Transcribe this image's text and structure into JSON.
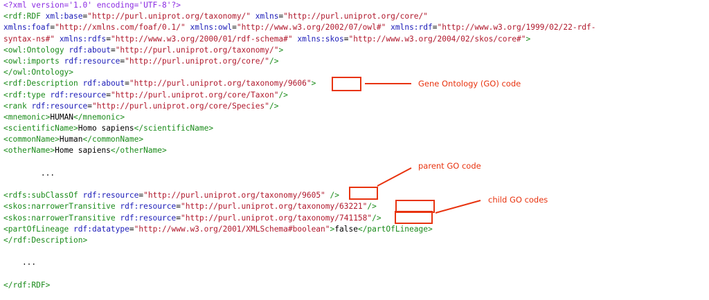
{
  "code_lines": [
    [
      {
        "t": "pi",
        "s": "<?xml version='1.0' encoding='UTF-8'?>"
      }
    ],
    [
      {
        "t": "tag",
        "s": "<rdf:RDF"
      },
      {
        "t": "plain",
        "s": " "
      },
      {
        "t": "attr",
        "s": "xml:base"
      },
      {
        "t": "plain",
        "s": "="
      },
      {
        "t": "val",
        "s": "\"http://purl.uniprot.org/taxonomy/\""
      },
      {
        "t": "plain",
        "s": " "
      },
      {
        "t": "attr",
        "s": "xmlns"
      },
      {
        "t": "plain",
        "s": "="
      },
      {
        "t": "val",
        "s": "\"http://purl.uniprot.org/core/\""
      }
    ],
    [
      {
        "t": "attr",
        "s": "xmlns:foaf"
      },
      {
        "t": "plain",
        "s": "="
      },
      {
        "t": "val",
        "s": "\"http://xmlns.com/foaf/0.1/\""
      },
      {
        "t": "plain",
        "s": " "
      },
      {
        "t": "attr",
        "s": "xmlns:owl"
      },
      {
        "t": "plain",
        "s": "="
      },
      {
        "t": "val",
        "s": "\"http://www.w3.org/2002/07/owl#\""
      },
      {
        "t": "plain",
        "s": " "
      },
      {
        "t": "attr",
        "s": "xmlns:rdf"
      },
      {
        "t": "plain",
        "s": "="
      },
      {
        "t": "val",
        "s": "\"http://www.w3.org/1999/02/22-rdf-"
      }
    ],
    [
      {
        "t": "val",
        "s": "syntax-ns#\""
      },
      {
        "t": "plain",
        "s": " "
      },
      {
        "t": "attr",
        "s": "xmlns:rdfs"
      },
      {
        "t": "plain",
        "s": "="
      },
      {
        "t": "val",
        "s": "\"http://www.w3.org/2000/01/rdf-schema#\""
      },
      {
        "t": "plain",
        "s": " "
      },
      {
        "t": "attr",
        "s": "xmlns:skos"
      },
      {
        "t": "plain",
        "s": "="
      },
      {
        "t": "val",
        "s": "\"http://www.w3.org/2004/02/skos/core#\""
      },
      {
        "t": "tag",
        "s": ">"
      }
    ],
    [
      {
        "t": "tag",
        "s": "<owl:Ontology"
      },
      {
        "t": "plain",
        "s": " "
      },
      {
        "t": "attr",
        "s": "rdf:about"
      },
      {
        "t": "plain",
        "s": "="
      },
      {
        "t": "val",
        "s": "\"http://purl.uniprot.org/taxonomy/\""
      },
      {
        "t": "tag",
        "s": ">"
      }
    ],
    [
      {
        "t": "tag",
        "s": "<owl:imports"
      },
      {
        "t": "plain",
        "s": " "
      },
      {
        "t": "attr",
        "s": "rdf:resource"
      },
      {
        "t": "plain",
        "s": "="
      },
      {
        "t": "val",
        "s": "\"http://purl.uniprot.org/core/\""
      },
      {
        "t": "tag",
        "s": "/>"
      }
    ],
    [
      {
        "t": "tag",
        "s": "</owl:Ontology>"
      }
    ],
    [
      {
        "t": "tag",
        "s": "<rdf:Description"
      },
      {
        "t": "plain",
        "s": " "
      },
      {
        "t": "attr",
        "s": "rdf:about"
      },
      {
        "t": "plain",
        "s": "="
      },
      {
        "t": "val",
        "s": "\"http://purl.uniprot.org/taxonomy/9606\""
      },
      {
        "t": "tag",
        "s": ">"
      }
    ],
    [
      {
        "t": "tag",
        "s": "<rdf:type"
      },
      {
        "t": "plain",
        "s": " "
      },
      {
        "t": "attr",
        "s": "rdf:resource"
      },
      {
        "t": "plain",
        "s": "="
      },
      {
        "t": "val",
        "s": "\"http://purl.uniprot.org/core/Taxon\""
      },
      {
        "t": "tag",
        "s": "/>"
      }
    ],
    [
      {
        "t": "tag",
        "s": "<rank"
      },
      {
        "t": "plain",
        "s": " "
      },
      {
        "t": "attr",
        "s": "rdf:resource"
      },
      {
        "t": "plain",
        "s": "="
      },
      {
        "t": "val",
        "s": "\"http://purl.uniprot.org/core/Species\""
      },
      {
        "t": "tag",
        "s": "/>"
      }
    ],
    [
      {
        "t": "tag",
        "s": "<mnemonic>"
      },
      {
        "t": "text",
        "s": "HUMAN"
      },
      {
        "t": "tag",
        "s": "</mnemonic>"
      }
    ],
    [
      {
        "t": "tag",
        "s": "<scientificName>"
      },
      {
        "t": "text",
        "s": "Homo sapiens"
      },
      {
        "t": "tag",
        "s": "</scientificName>"
      }
    ],
    [
      {
        "t": "tag",
        "s": "<commonName>"
      },
      {
        "t": "text",
        "s": "Human"
      },
      {
        "t": "tag",
        "s": "</commonName>"
      }
    ],
    [
      {
        "t": "tag",
        "s": "<otherName>"
      },
      {
        "t": "text",
        "s": "Home sapiens"
      },
      {
        "t": "tag",
        "s": "</otherName>"
      }
    ],
    [],
    [
      {
        "t": "plain",
        "s": "        ..."
      }
    ],
    [],
    [
      {
        "t": "tag",
        "s": "<rdfs:subClassOf"
      },
      {
        "t": "plain",
        "s": " "
      },
      {
        "t": "attr",
        "s": "rdf:resource"
      },
      {
        "t": "plain",
        "s": "="
      },
      {
        "t": "val",
        "s": "\"http://purl.uniprot.org/taxonomy/9605\""
      },
      {
        "t": "plain",
        "s": " "
      },
      {
        "t": "tag",
        "s": "/>"
      }
    ],
    [
      {
        "t": "tag",
        "s": "<skos:narrowerTransitive"
      },
      {
        "t": "plain",
        "s": " "
      },
      {
        "t": "attr",
        "s": "rdf:resource"
      },
      {
        "t": "plain",
        "s": "="
      },
      {
        "t": "val",
        "s": "\"http://purl.uniprot.org/taxonomy/63221\""
      },
      {
        "t": "tag",
        "s": "/>"
      }
    ],
    [
      {
        "t": "tag",
        "s": "<skos:narrowerTransitive"
      },
      {
        "t": "plain",
        "s": " "
      },
      {
        "t": "attr",
        "s": "rdf:resource"
      },
      {
        "t": "plain",
        "s": "="
      },
      {
        "t": "val",
        "s": "\"http://purl.uniprot.org/taxonomy/741158\""
      },
      {
        "t": "tag",
        "s": "/>"
      }
    ],
    [
      {
        "t": "tag",
        "s": "<partOfLineage"
      },
      {
        "t": "plain",
        "s": " "
      },
      {
        "t": "attr",
        "s": "rdf:datatype"
      },
      {
        "t": "plain",
        "s": "="
      },
      {
        "t": "val",
        "s": "\"http://www.w3.org/2001/XMLSchema#boolean\""
      },
      {
        "t": "tag",
        "s": ">"
      },
      {
        "t": "text",
        "s": "false"
      },
      {
        "t": "tag",
        "s": "</partOfLineage>"
      }
    ],
    [
      {
        "t": "tag",
        "s": "</rdf:Description>"
      }
    ],
    [],
    [
      {
        "t": "plain",
        "s": "    ..."
      }
    ],
    [],
    [
      {
        "t": "tag",
        "s": "</rdf:RDF>"
      }
    ]
  ],
  "annotations": {
    "gene_ontology_code": "Gene Ontology (GO) code",
    "parent_go_code": "parent GO code",
    "child_go_codes": "child GO codes"
  },
  "colors": {
    "processing_instruction": "#8B2BE2",
    "tag": "#1a8b1a",
    "attribute_name": "#1b1bb8",
    "attribute_value": "#b0182c",
    "text": "#000000",
    "annotation": "#e8330f"
  }
}
